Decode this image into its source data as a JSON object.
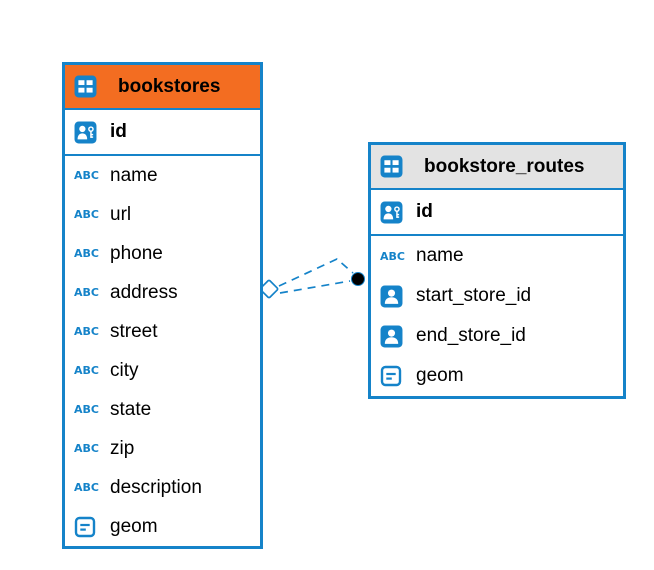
{
  "colors": {
    "accent": "#1583c9",
    "header-orange": "#f36d21",
    "header-gray": "#e3e3e3",
    "text": "#000000",
    "connector-dot": "#000000"
  },
  "tables": {
    "bookstores": {
      "title": "bookstores",
      "columns": [
        {
          "label": "id",
          "type": "primary-key"
        },
        {
          "label": "name",
          "type": "text"
        },
        {
          "label": "url",
          "type": "text"
        },
        {
          "label": "phone",
          "type": "text"
        },
        {
          "label": "address",
          "type": "text"
        },
        {
          "label": "street",
          "type": "text"
        },
        {
          "label": "city",
          "type": "text"
        },
        {
          "label": "state",
          "type": "text"
        },
        {
          "label": "zip",
          "type": "text"
        },
        {
          "label": "description",
          "type": "text"
        },
        {
          "label": "geom",
          "type": "geometry"
        }
      ]
    },
    "bookstore_routes": {
      "title": "bookstore_routes",
      "columns": [
        {
          "label": "id",
          "type": "primary-key"
        },
        {
          "label": "name",
          "type": "text"
        },
        {
          "label": "start_store_id",
          "type": "foreign-key"
        },
        {
          "label": "end_store_id",
          "type": "foreign-key"
        },
        {
          "label": "geom",
          "type": "geometry"
        }
      ]
    }
  },
  "relationship": {
    "from": "bookstores",
    "to": "bookstore_routes",
    "line_style": "dashed"
  }
}
